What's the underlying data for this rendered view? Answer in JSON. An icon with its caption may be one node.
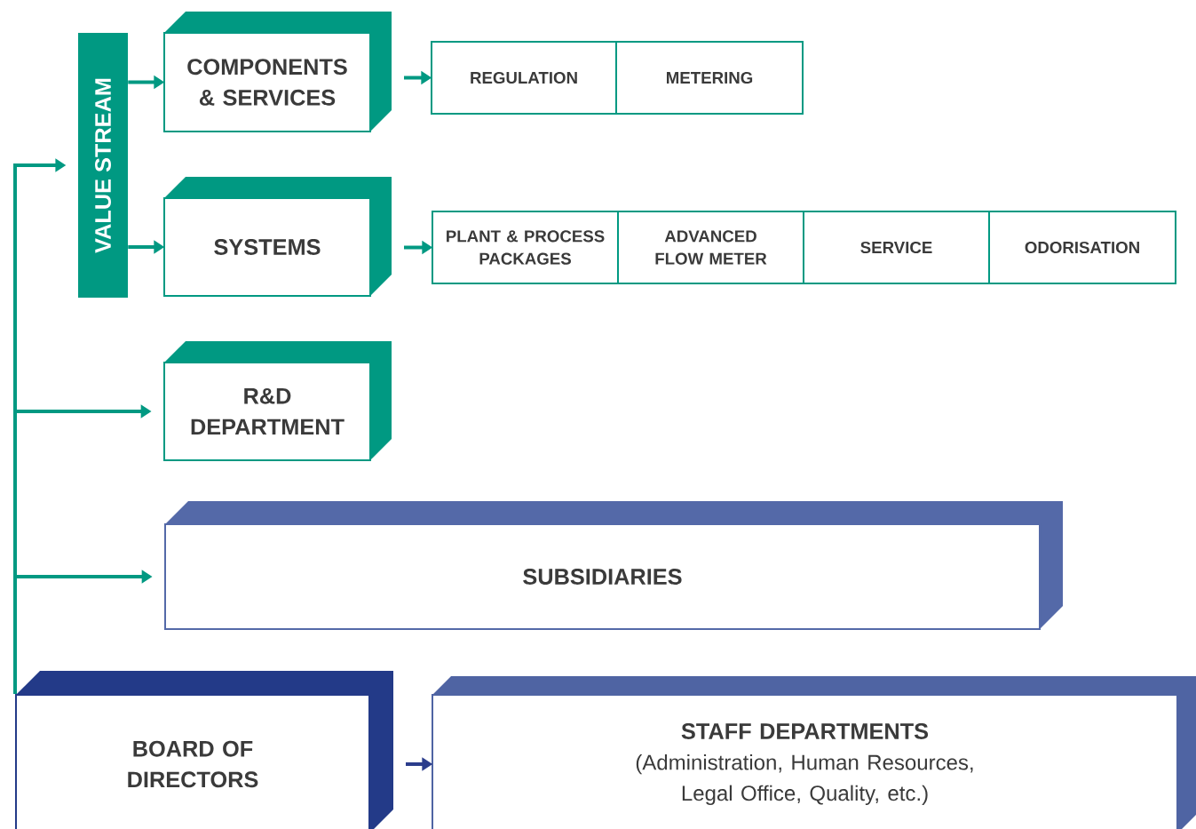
{
  "diagram": {
    "nodes": [
      {
        "text": [
          "VALUE STREAM"
        ]
      },
      {
        "text": [
          "COMPONENTS & SERVICES"
        ]
      },
      {
        "text": [
          "REGULATION"
        ]
      },
      {
        "text": [
          "METERING"
        ]
      },
      {
        "text": [
          "SYSTEMS"
        ]
      },
      {
        "text": [
          "PLANT & PROCESS PACKAGES"
        ]
      },
      {
        "text": [
          "ADVANCED FLOW METER"
        ]
      },
      {
        "text": [
          "SERVICE"
        ]
      },
      {
        "text": [
          "ODORISATION"
        ]
      },
      {
        "text": [
          "R&D DEPARTMENT"
        ]
      },
      {
        "text": [
          "SUBSIDIARIES"
        ]
      },
      {
        "text": [
          "BOARD OF DIRECTORS"
        ]
      },
      {
        "text": [
          "STAFF DEPARTMENTS",
          "(Administration, Human Resources, Legal Office, Quality, etc.)"
        ]
      }
    ],
    "edges": [
      {
        "from": 0,
        "to": 1,
        "arrow": "to"
      },
      {
        "from": 0,
        "to": 4,
        "arrow": "to"
      },
      {
        "from": 1,
        "to": 2,
        "arrow": "to"
      },
      {
        "from": 4,
        "to": 5,
        "arrow": "to"
      },
      {
        "from": 11,
        "to": 0,
        "arrow": "to"
      },
      {
        "from": 11,
        "to": 9,
        "arrow": "to"
      },
      {
        "from": 11,
        "to": 10,
        "arrow": "to"
      },
      {
        "from": 11,
        "to": 12,
        "arrow": "to",
        "color": "#2b3d8c"
      }
    ]
  }
}
